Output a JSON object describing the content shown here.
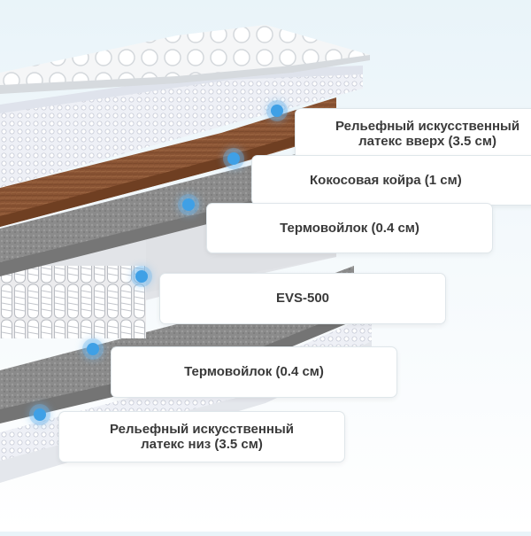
{
  "layers": [
    {
      "id": "top-latex",
      "label": "Рельефный искусственный\nлатекс вверх (3.5 см)"
    },
    {
      "id": "coconut",
      "label": "Кокосовая койра (1 см)"
    },
    {
      "id": "felt-top",
      "label": "Термовойлок (0.4 см)"
    },
    {
      "id": "springs",
      "label": "EVS-500"
    },
    {
      "id": "felt-bottom",
      "label": "Термовойлок (0.4 см)"
    },
    {
      "id": "bottom-latex",
      "label": "Рельефный искусственный\nлатекс низ (3.5 см)"
    }
  ],
  "colors": {
    "marker": "#3fa0e6",
    "coconut": "#8a5434",
    "felt": "#8c8c8c",
    "latex": "#f2f4f6"
  }
}
